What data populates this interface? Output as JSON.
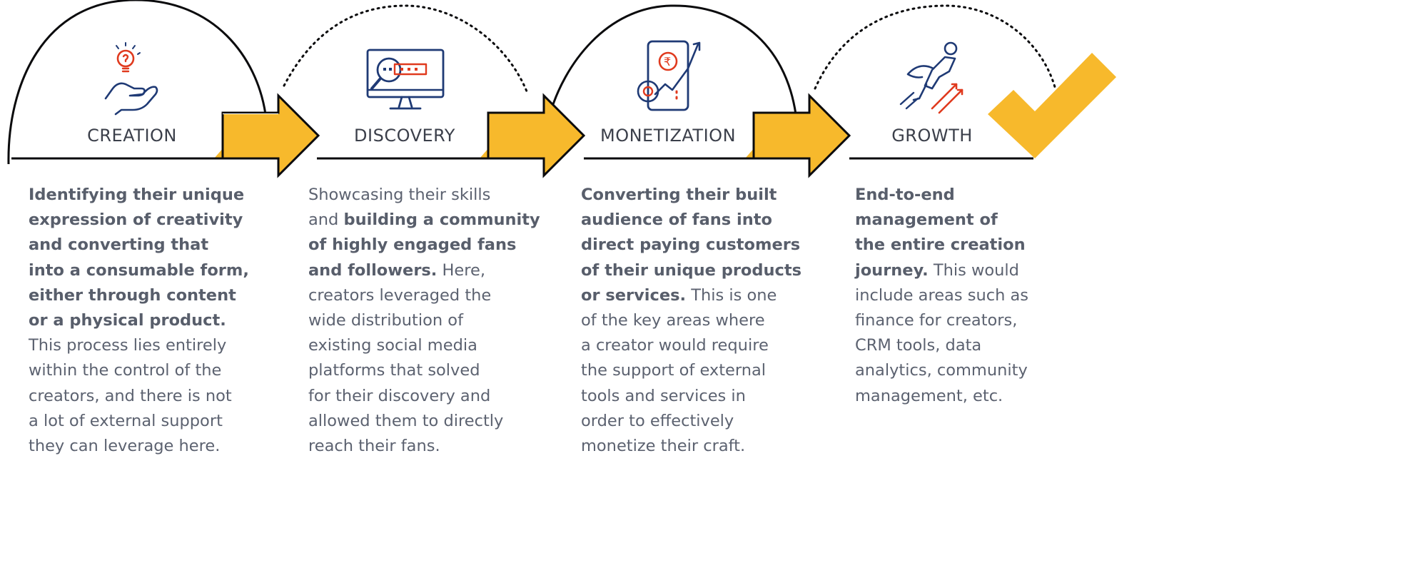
{
  "stages": [
    {
      "label": "CREATION",
      "icon": "lightbulb-hand-icon",
      "description": [
        {
          "text": "Identifying their unique",
          "bold": true
        },
        {
          "text": "expression of creativity",
          "bold": true
        },
        {
          "text": "and converting that",
          "bold": true
        },
        {
          "text": "into a consumable form,",
          "bold": true
        },
        {
          "text": "either through content",
          "bold": true
        },
        {
          "text": "or a physical product.",
          "bold": true
        },
        {
          "text": "This process lies entirely",
          "bold": false
        },
        {
          "text": "within the control of the",
          "bold": false
        },
        {
          "text": "creators, and there is not",
          "bold": false
        },
        {
          "text": "a lot of external support",
          "bold": false
        },
        {
          "text": "they can leverage here.",
          "bold": false
        }
      ]
    },
    {
      "label": "DISCOVERY",
      "icon": "monitor-search-icon",
      "description": [
        {
          "segments": [
            {
              "text": "Showcasing their skills",
              "bold": false
            }
          ]
        },
        {
          "segments": [
            {
              "text": "and ",
              "bold": false
            },
            {
              "text": "building a community",
              "bold": true
            }
          ]
        },
        {
          "segments": [
            {
              "text": "of highly engaged fans",
              "bold": true
            }
          ]
        },
        {
          "segments": [
            {
              "text": "and followers.",
              "bold": true
            },
            {
              "text": " Here,",
              "bold": false
            }
          ]
        },
        {
          "segments": [
            {
              "text": "creators leveraged the",
              "bold": false
            }
          ]
        },
        {
          "segments": [
            {
              "text": "wide distribution of",
              "bold": false
            }
          ]
        },
        {
          "segments": [
            {
              "text": "existing social media",
              "bold": false
            }
          ]
        },
        {
          "segments": [
            {
              "text": "platforms that solved",
              "bold": false
            }
          ]
        },
        {
          "segments": [
            {
              "text": "for their discovery and",
              "bold": false
            }
          ]
        },
        {
          "segments": [
            {
              "text": "allowed them to directly",
              "bold": false
            }
          ]
        },
        {
          "segments": [
            {
              "text": "reach their fans.",
              "bold": false
            }
          ]
        }
      ]
    },
    {
      "label": "MONETIZATION",
      "icon": "phone-rupee-growth-icon",
      "description": [
        {
          "segments": [
            {
              "text": "Converting their built",
              "bold": true
            }
          ]
        },
        {
          "segments": [
            {
              "text": "audience of fans into",
              "bold": true
            }
          ]
        },
        {
          "segments": [
            {
              "text": "direct paying customers",
              "bold": true
            }
          ]
        },
        {
          "segments": [
            {
              "text": "of their unique products",
              "bold": true
            }
          ]
        },
        {
          "segments": [
            {
              "text": "or services.",
              "bold": true
            },
            {
              "text": " This is one",
              "bold": false
            }
          ]
        },
        {
          "segments": [
            {
              "text": "of the key areas where",
              "bold": false
            }
          ]
        },
        {
          "segments": [
            {
              "text": "a creator would require",
              "bold": false
            }
          ]
        },
        {
          "segments": [
            {
              "text": "the support of external",
              "bold": false
            }
          ]
        },
        {
          "segments": [
            {
              "text": "tools and services in",
              "bold": false
            }
          ]
        },
        {
          "segments": [
            {
              "text": "order to effectively",
              "bold": false
            }
          ]
        },
        {
          "segments": [
            {
              "text": "monetize their craft.",
              "bold": false
            }
          ]
        }
      ]
    },
    {
      "label": "GROWTH",
      "icon": "superhero-flying-icon",
      "description": [
        {
          "segments": [
            {
              "text": "End-to-end",
              "bold": true
            }
          ]
        },
        {
          "segments": [
            {
              "text": "management of",
              "bold": true
            }
          ]
        },
        {
          "segments": [
            {
              "text": "the entire creation",
              "bold": true
            }
          ]
        },
        {
          "segments": [
            {
              "text": "journey.",
              "bold": true
            },
            {
              "text": " This would",
              "bold": false
            }
          ]
        },
        {
          "segments": [
            {
              "text": "include areas such as",
              "bold": false
            }
          ]
        },
        {
          "segments": [
            {
              "text": "finance for creators,",
              "bold": false
            }
          ]
        },
        {
          "segments": [
            {
              "text": "CRM tools, data",
              "bold": false
            }
          ]
        },
        {
          "segments": [
            {
              "text": "analytics, community",
              "bold": false
            }
          ]
        },
        {
          "segments": [
            {
              "text": "management, etc.",
              "bold": false
            }
          ]
        }
      ]
    }
  ],
  "end_icon": "checkmark-icon",
  "colors": {
    "accent": "#f7b92c",
    "line": "#0b0b0d",
    "icon_navy": "#1f3a75",
    "icon_red": "#e03a1e",
    "text": "#5c6270"
  }
}
